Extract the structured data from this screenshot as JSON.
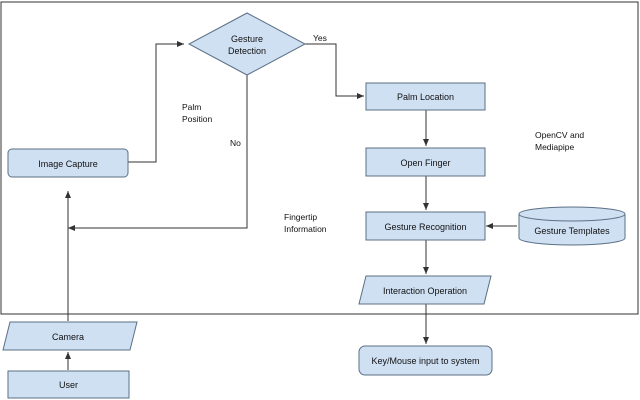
{
  "nodes": {
    "gesture_detection": [
      "Gesture",
      "Detection"
    ],
    "palm_location": "Palm Location",
    "image_capture": "Image Capture",
    "open_finger": "Open Finger",
    "gesture_recognition": "Gesture Recognition",
    "gesture_templates": "Gesture Templates",
    "interaction_operation": "Interaction Operation",
    "camera": "Camera",
    "key_mouse_input": "Key/Mouse input to system",
    "user": "User"
  },
  "edge_labels": {
    "yes": "Yes",
    "no": "No"
  },
  "annotations": {
    "palm_position": [
      "Palm",
      "Position"
    ],
    "fingertip_information": [
      "Fingertip",
      "Information"
    ],
    "opencv_mediapipe": [
      "OpenCV and",
      "Mediapipe"
    ]
  },
  "colors": {
    "node_fill": "#cfe0f3",
    "node_stroke": "#5b6f86",
    "line": "#333333"
  }
}
